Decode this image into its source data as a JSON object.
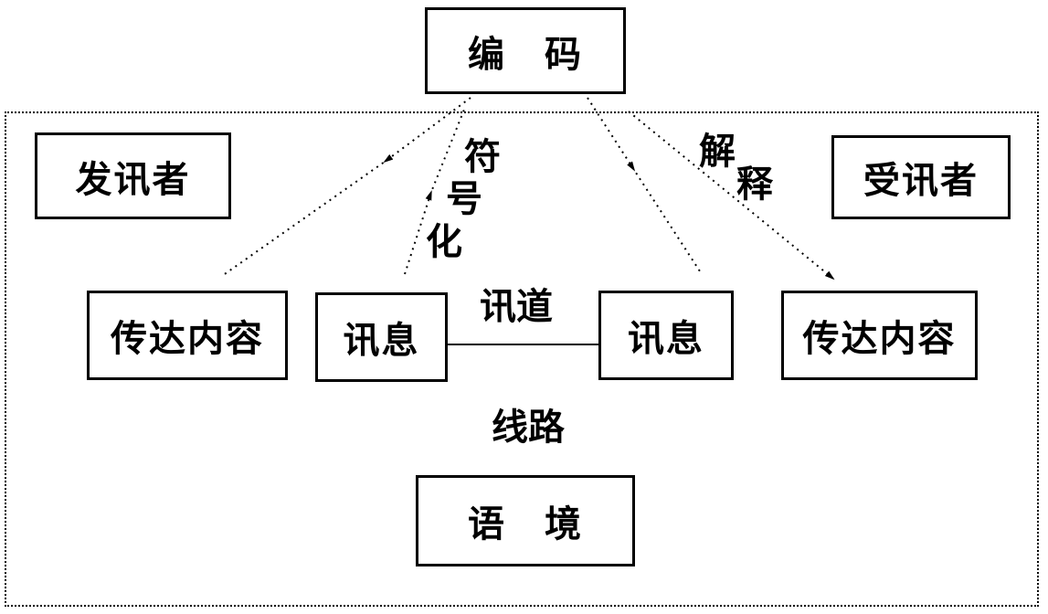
{
  "diagram": {
    "title": "communication-coding-model",
    "colors": {
      "border": "#000000",
      "background": "#ffffff",
      "text": "#000000"
    },
    "boxes": {
      "encode": "编　码",
      "sender": "发讯者",
      "receiver": "受讯者",
      "content_left": "传达内容",
      "message_left": "讯息",
      "message_right": "讯息",
      "content_right": "传达内容",
      "context": "语　境"
    },
    "labels": {
      "channel": "讯道",
      "line": "线路",
      "symbolize": {
        "text": "符号化",
        "chars": [
          "符",
          "号",
          "化"
        ]
      },
      "interpret": {
        "text": "解释",
        "chars": [
          "解",
          "释"
        ]
      }
    }
  }
}
